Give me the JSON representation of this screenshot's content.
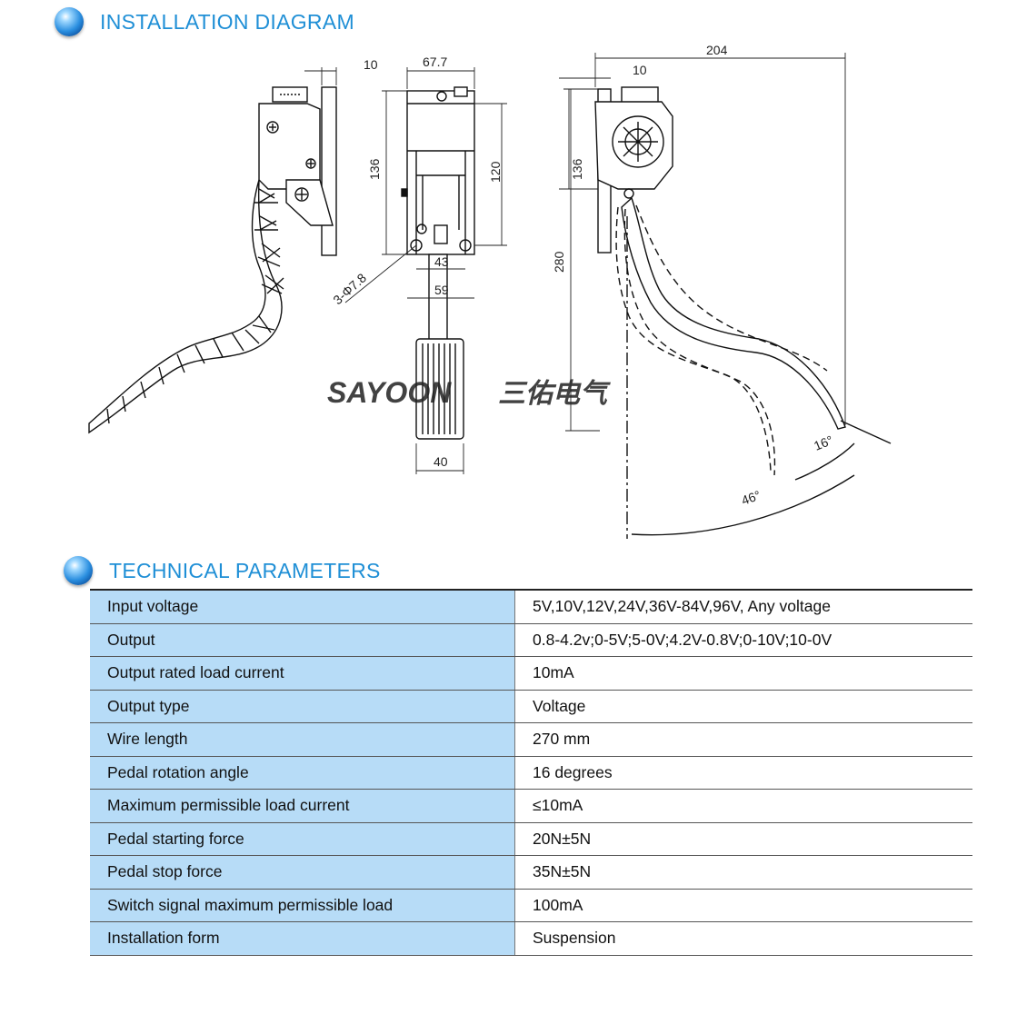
{
  "sections": {
    "installation_title": "INSTALLATION DIAGRAM",
    "technical_title": "TECHNICAL PARAMETERS"
  },
  "diagram": {
    "watermark_brand": "SAYOON",
    "watermark_cn": "三佑电气",
    "dims": {
      "d10_left": "10",
      "d67_7": "67.7",
      "d136_left": "136",
      "d120": "120",
      "d43": "43",
      "d59": "59",
      "d40": "40",
      "hole": "3-Φ7.8",
      "d204": "204",
      "d10_right": "10",
      "d136_right": "136",
      "d280": "280",
      "a16": "16°",
      "a46": "46°"
    }
  },
  "parameters": [
    {
      "name": "Input voltage",
      "value": "5V,10V,12V,24V,36V-84V,96V, Any voltage"
    },
    {
      "name": "Output",
      "value": "0.8-4.2v;0-5V;5-0V;4.2V-0.8V;0-10V;10-0V"
    },
    {
      "name": "Output rated load current",
      "value": "10mA"
    },
    {
      "name": "Output type",
      "value": "Voltage"
    },
    {
      "name": "Wire length",
      "value": "270 mm"
    },
    {
      "name": "Pedal rotation angle",
      "value": "16 degrees"
    },
    {
      "name": "Maximum permissible load current",
      "value": "≤10mA"
    },
    {
      "name": "Pedal starting force",
      "value": "20N±5N"
    },
    {
      "name": "Pedal stop force",
      "value": "35N±5N"
    },
    {
      "name": "Switch signal maximum permissible load",
      "value": "100mA"
    },
    {
      "name": "Installation form",
      "value": "Suspension"
    }
  ],
  "colors": {
    "heading_blue": "#1f8fd6",
    "param_cell_bg": "#b7dcf7",
    "watermark_blue": "#8bb6e3"
  }
}
